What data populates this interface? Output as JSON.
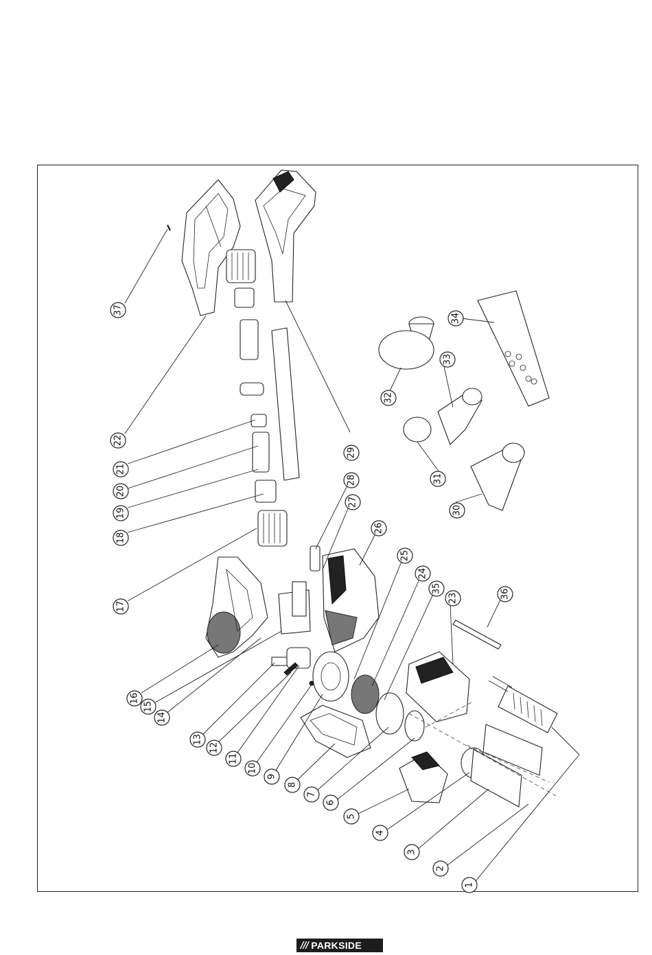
{
  "diagram": {
    "parts": [
      "1",
      "2",
      "3",
      "4",
      "5",
      "6",
      "7",
      "8",
      "9",
      "10",
      "11",
      "12",
      "13",
      "14",
      "15",
      "16",
      "17",
      "18",
      "19",
      "20",
      "21",
      "22",
      "23",
      "24",
      "25",
      "26",
      "27",
      "28",
      "29",
      "30",
      "31",
      "32",
      "33",
      "34",
      "35",
      "36",
      "37"
    ]
  },
  "footer": {
    "logo_mark": "///",
    "logo_text": "PARKSIDE"
  }
}
